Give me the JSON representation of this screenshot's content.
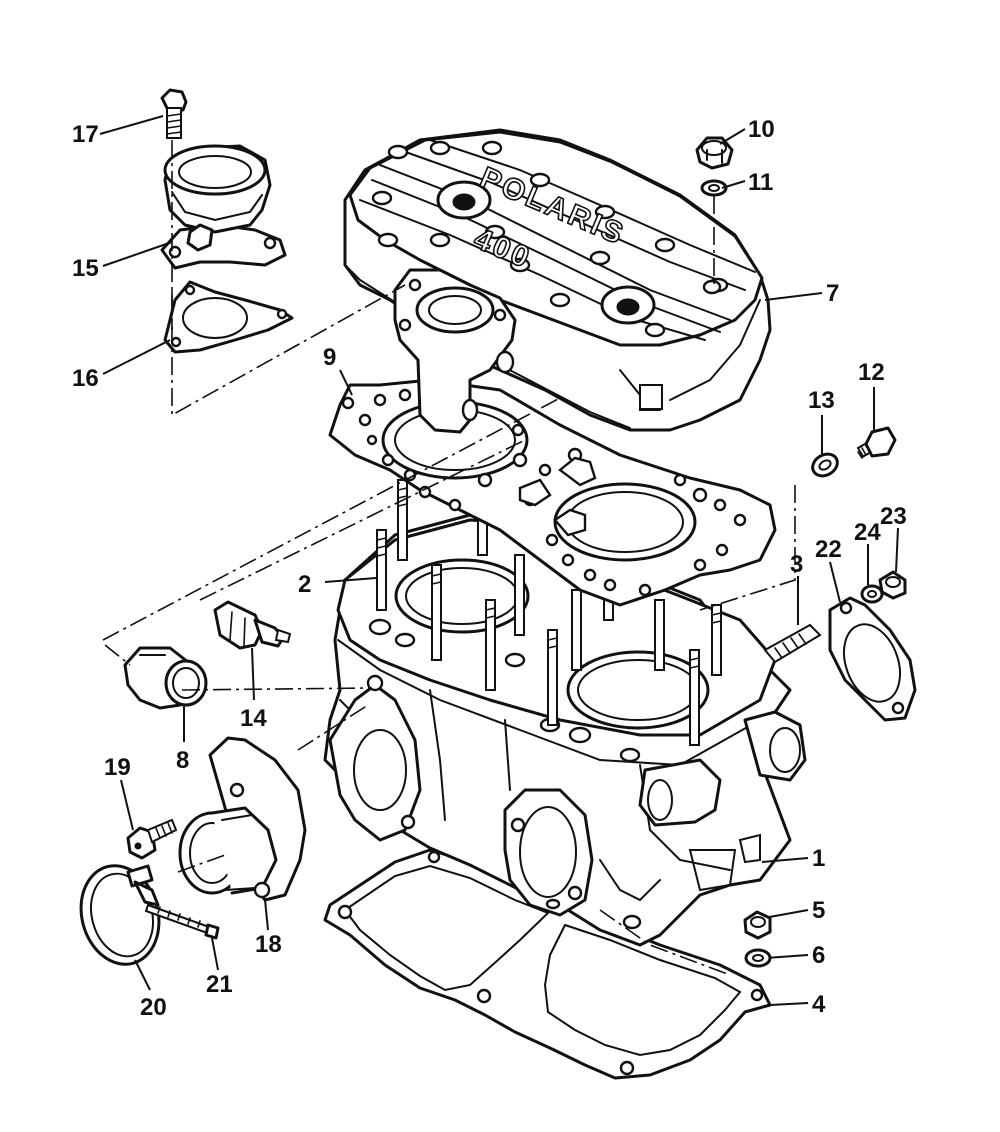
{
  "diagram": {
    "head_emboss": {
      "brand": "POLARIS",
      "model": "400"
    },
    "callouts": {
      "c1": "1",
      "c2": "2",
      "c3": "3",
      "c4": "4",
      "c5": "5",
      "c6": "6",
      "c7": "7",
      "c8": "8",
      "c9": "9",
      "c10": "10",
      "c11": "11",
      "c12": "12",
      "c13": "13",
      "c14": "14",
      "c15": "15",
      "c16": "16",
      "c17": "17",
      "c18": "18",
      "c19": "19",
      "c20": "20",
      "c21": "21",
      "c22": "22",
      "c23": "23",
      "c24": "24"
    }
  }
}
